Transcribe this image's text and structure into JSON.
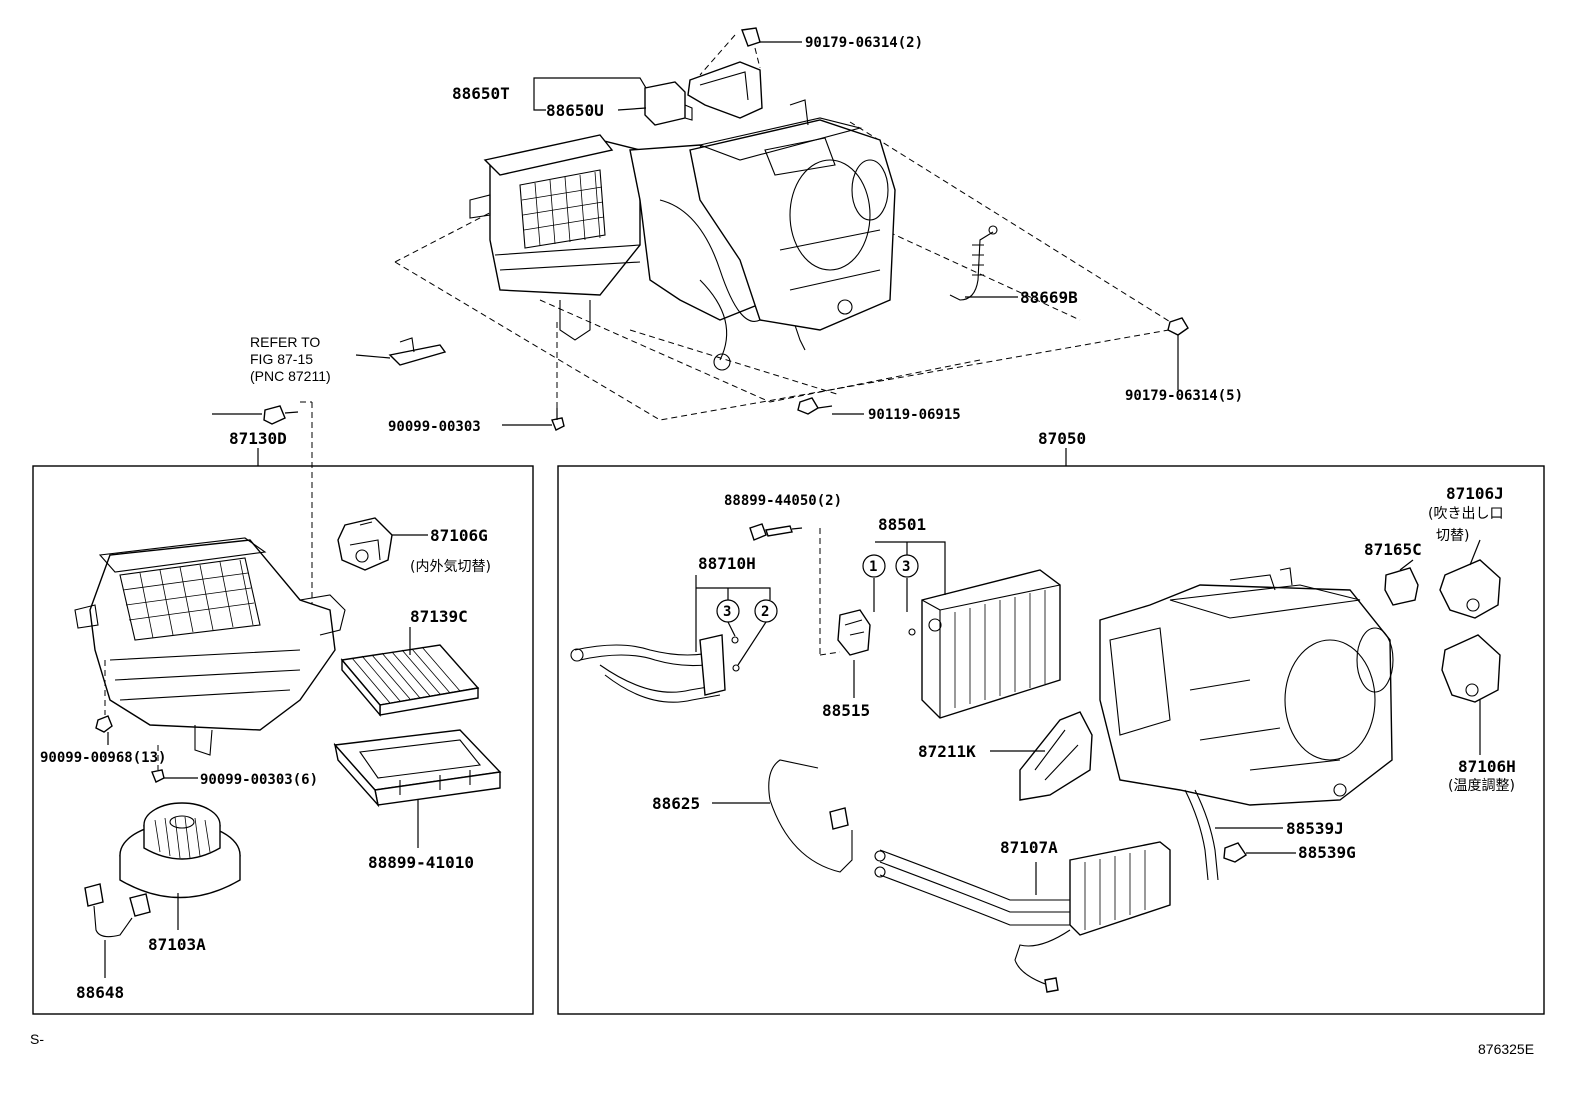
{
  "labels": {
    "p88650T": "88650T",
    "p88650U": "88650U",
    "p90179_06314_2": "90179-06314(2)",
    "p88669B": "88669B",
    "p90179_06314_5": "90179-06314(5)",
    "p90119_06915": "90119-06915",
    "p90099_00303": "90099-00303",
    "ref1": "REFER TO",
    "ref2": "FIG 87-15",
    "ref3": "(PNC 87211)",
    "p87130D": "87130D",
    "p87050": "87050",
    "p87106G": "87106G",
    "p87106G_jp": "(内外気切替)",
    "p87139C": "87139C",
    "p90099_00968": "90099-00968(13)",
    "p90099_00303_6": "90099-00303(6)",
    "p88899_41010": "88899-41010",
    "p87103A": "87103A",
    "p88648": "88648",
    "p88899_44050": "88899-44050(2)",
    "p88501": "88501",
    "p88710H": "88710H",
    "p88515": "88515",
    "p87211K": "87211K",
    "p88625": "88625",
    "p87107A": "87107A",
    "p88539J": "88539J",
    "p88539G": "88539G",
    "p87165C": "87165C",
    "p87106J": "87106J",
    "p87106J_jp1": "(吹き出し口",
    "p87106J_jp2": "切替)",
    "p87106H": "87106H",
    "p87106H_jp": "(温度調整)",
    "c1": "1",
    "c3a": "3",
    "c3b": "3",
    "c2": "2",
    "footer_left": "S-",
    "footer_right": "876325E"
  }
}
